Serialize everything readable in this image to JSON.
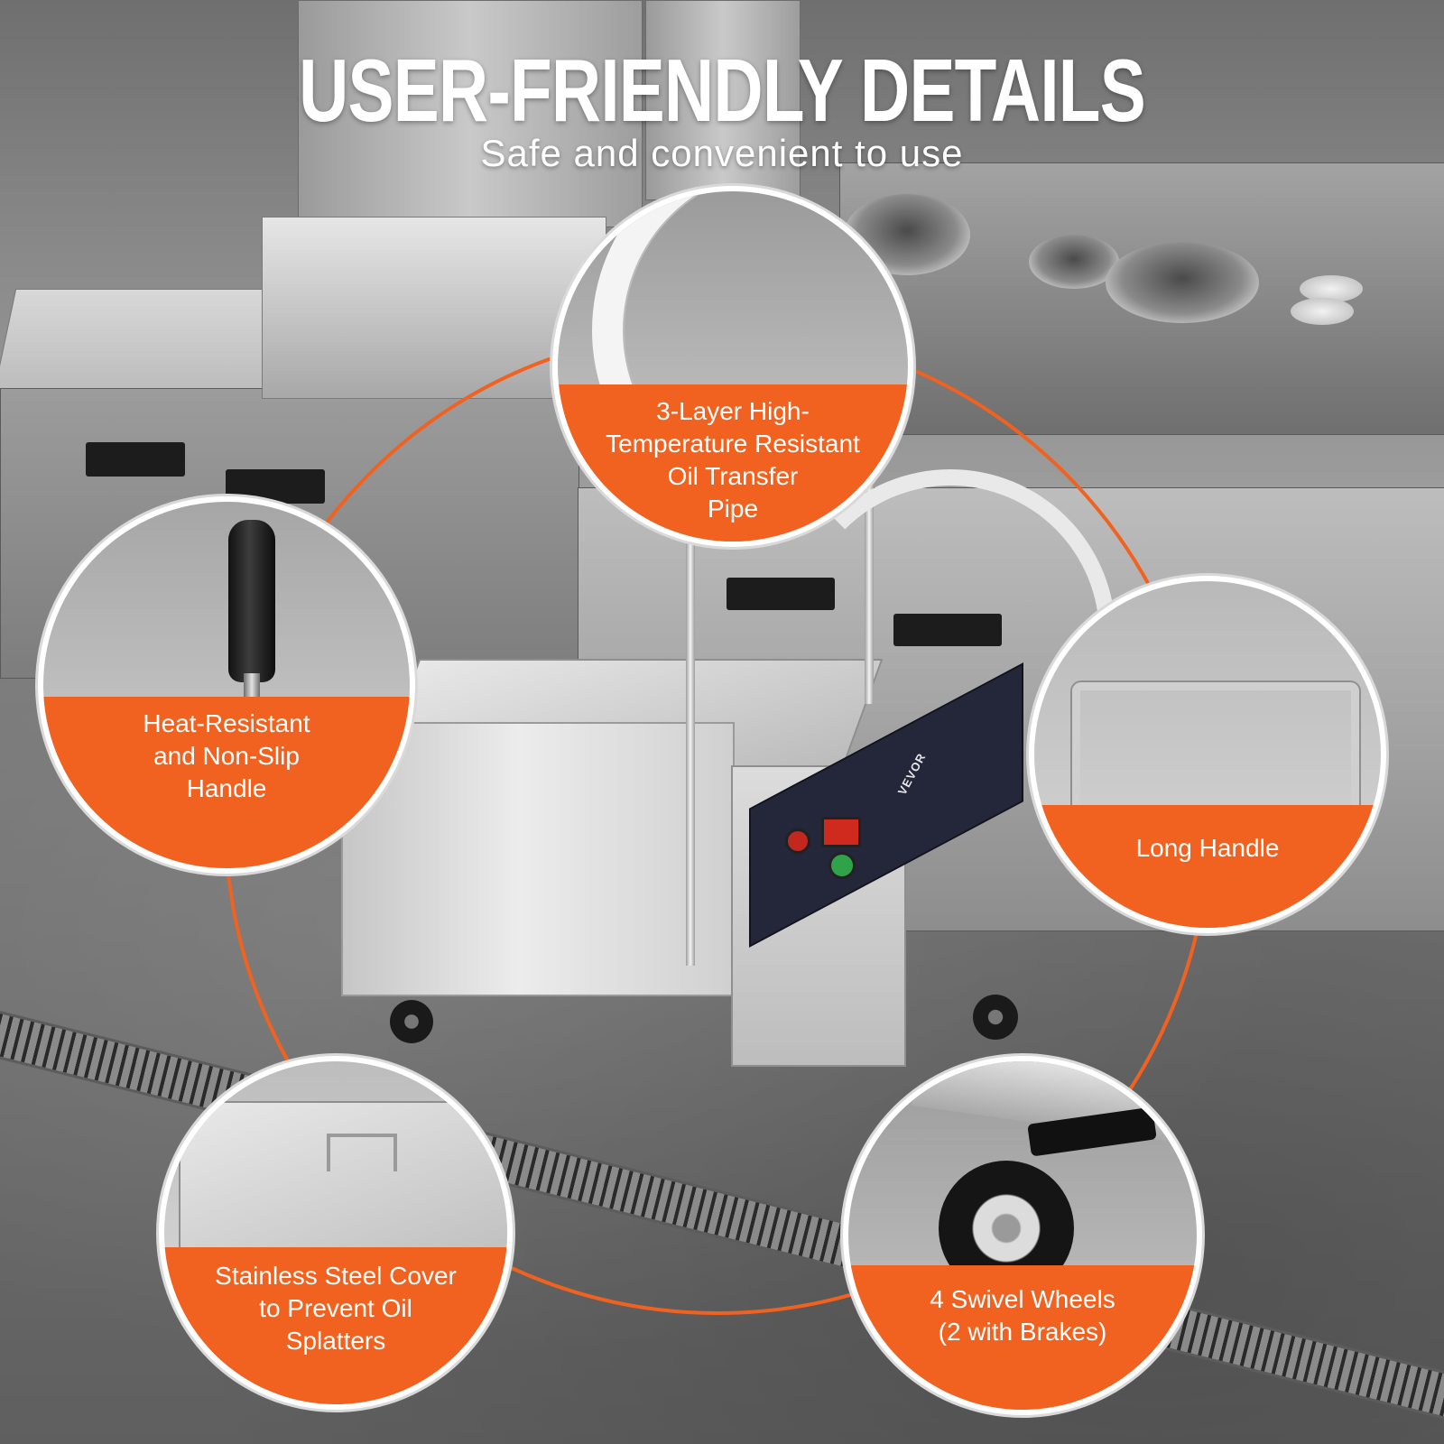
{
  "header": {
    "title": "USER-FRIENDLY DETAILS",
    "subtitle": "Safe and convenient to use"
  },
  "product": {
    "brand_on_panel": "VEVOR"
  },
  "accent_color": "#f16220",
  "callouts": [
    {
      "label": "3-Layer High-\nTemperature Resistant\nOil Transfer\nPipe",
      "icon": "oil-transfer-pipe"
    },
    {
      "label": "Heat-Resistant\nand Non-Slip\nHandle",
      "icon": "non-slip-handle"
    },
    {
      "label": "Long Handle",
      "icon": "long-handle"
    },
    {
      "label": "Stainless Steel Cover\nto Prevent Oil\nSplatters",
      "icon": "stainless-cover"
    },
    {
      "label": "4 Swivel Wheels\n(2 with Brakes)",
      "icon": "swivel-wheels"
    }
  ]
}
